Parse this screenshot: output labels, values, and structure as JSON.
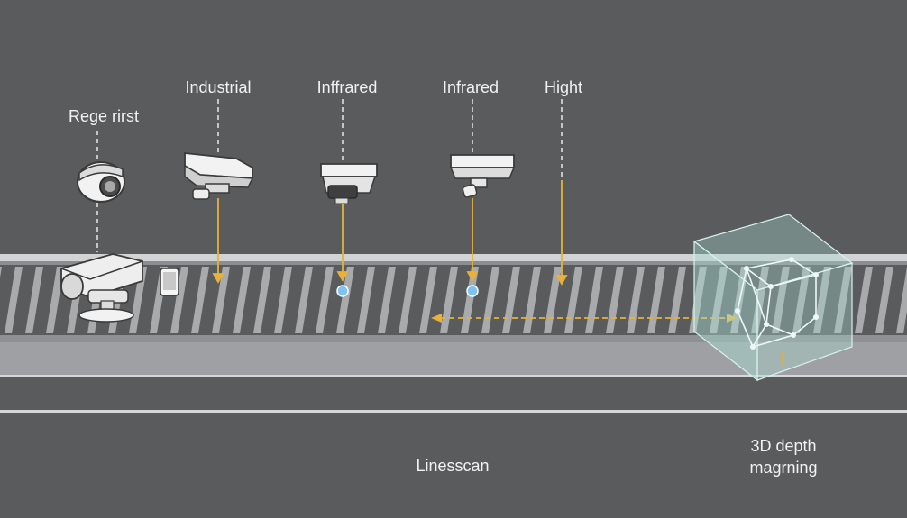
{
  "labels": {
    "rege_rirst": "Rege rirst",
    "industrial": "Industrial",
    "inffrared": "Inffrared",
    "infrared": "Infrared",
    "hight": "Hight",
    "linescan": "Linesscan",
    "depth_line1": "3D depth",
    "depth_line2": "magrning"
  },
  "colors": {
    "background": "#5a5b5d",
    "belt_stripe": "#a9aaac",
    "rail": "#c9cacc",
    "arrow": "#e8b23a",
    "camera_body": "#f2f2f2",
    "depth_box": "#a8dcd2",
    "indicator_dot": "#7ec3f0"
  },
  "icons": [
    "dome-camera-icon",
    "box-camera-icon",
    "smartphone-icon",
    "bullet-camera-icon",
    "infrared-camera-icon",
    "depth-sensor-icon"
  ]
}
